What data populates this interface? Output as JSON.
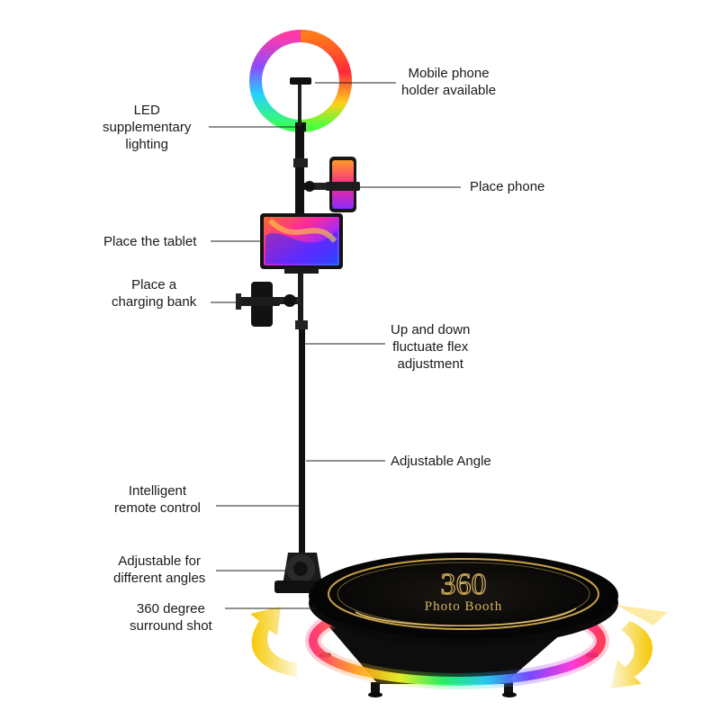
{
  "booth_title": "360",
  "booth_subtitle": "Photo Booth",
  "labels": {
    "mobile_holder": [
      "Mobile phone",
      "holder available"
    ],
    "led": [
      "LED",
      "supplementary",
      "lighting"
    ],
    "place_phone": [
      "Place phone"
    ],
    "place_tablet": [
      "Place the tablet"
    ],
    "charging_bank": [
      "Place a",
      "charging bank"
    ],
    "flex": [
      "Up and down",
      "fluctuate flex",
      "adjustment"
    ],
    "angle": [
      "Adjustable Angle"
    ],
    "remote": [
      "Intelligent",
      "remote control"
    ],
    "angles": [
      "Adjustable for",
      "different angles"
    ],
    "surround": [
      "360 degree",
      "surround shot"
    ]
  },
  "colors": {
    "rotation_arrow": "#f5c800",
    "booth_gold": "#c9a24a",
    "stand": "#111111"
  }
}
